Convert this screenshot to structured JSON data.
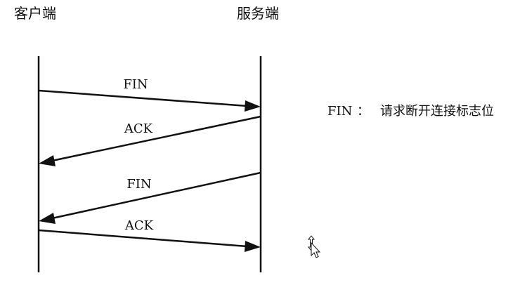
{
  "participants": {
    "client_label": "客户端",
    "server_label": "服务端"
  },
  "messages": [
    {
      "label": "FIN",
      "direction": "client-to-server"
    },
    {
      "label": "ACK",
      "direction": "server-to-client"
    },
    {
      "label": "FIN",
      "direction": "server-to-client"
    },
    {
      "label": "ACK",
      "direction": "client-to-server"
    }
  ],
  "legend": {
    "term": "FIN",
    "separator": "：",
    "description": "请求断开连接标志位"
  },
  "cursor": {
    "icon": "resize-vertical-cursor-icon"
  },
  "colors": {
    "line": "#111111",
    "background": "#ffffff"
  }
}
